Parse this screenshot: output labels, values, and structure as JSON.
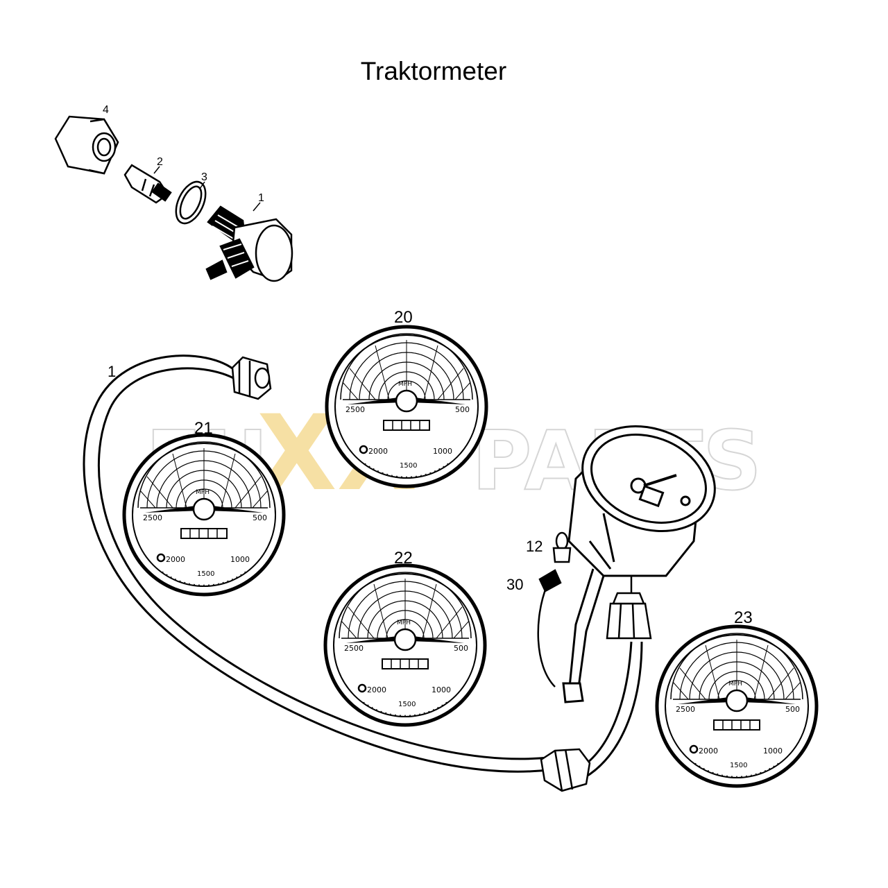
{
  "title": "Traktormeter",
  "watermark": {
    "left": "FU",
    "mid": "XX",
    "right": "PARTS",
    "gray": "#dcdcdc",
    "gold": "#f5cf6a"
  },
  "callouts": {
    "c4": "4",
    "c2": "2",
    "c3": "3",
    "c1_small": "1",
    "c1_cable": "1",
    "c20": "20",
    "c21": "21",
    "c22": "22",
    "c23": "23",
    "c12": "12",
    "c30": "30"
  },
  "gauges": {
    "g20": {
      "left": "2500",
      "right": "500",
      "bottom_left": "2000",
      "bottom_right": "1000",
      "bottom": "1500",
      "unit": "MPH"
    },
    "g21": {
      "left": "2500",
      "right": "500",
      "bottom_left": "2000",
      "bottom_right": "1000",
      "bottom": "1500",
      "unit": "MPH"
    },
    "g22": {
      "left": "2500",
      "right": "500",
      "bottom_left": "2000",
      "bottom_right": "1000",
      "bottom": "1500",
      "unit": "MPH"
    },
    "g23": {
      "left": "2500",
      "right": "500",
      "bottom_left": "2000",
      "bottom_right": "1000",
      "bottom": "1500",
      "unit": "MPH"
    }
  }
}
